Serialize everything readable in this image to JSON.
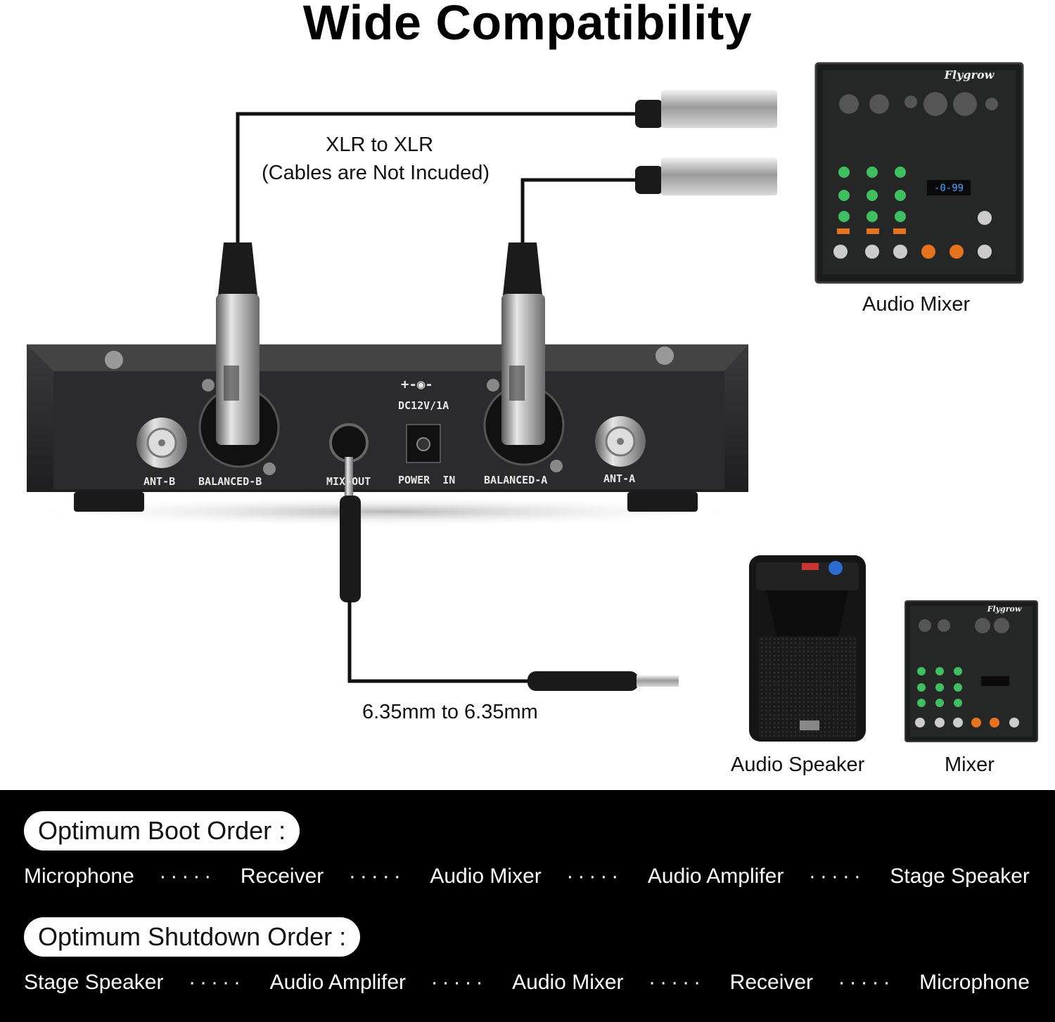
{
  "title": "Wide Compatibility",
  "labels": {
    "xlr": "XLR to XLR",
    "xlr_note": "(Cables are Not Incuded)",
    "jack": "6.35mm to 6.35mm",
    "audio_mixer": "Audio Mixer",
    "audio_speaker": "Audio Speaker",
    "mixer": "Mixer"
  },
  "receiver_panel": {
    "ant_b": "ANT-B",
    "balanced_b": "BALANCED-B",
    "mix_out": "MIX-OUT",
    "power_in": "POWER  IN",
    "dc": "DC12V/1A",
    "polarity": "+-◉-",
    "balanced_a": "BALANCED-A",
    "ant_a": "ANT-A"
  },
  "mixer_brand": "Flygrow",
  "boot": {
    "heading": "Optimum Boot Order :",
    "steps": [
      "Microphone",
      "Receiver",
      "Audio Mixer",
      "Audio Amplifer",
      "Stage Speaker"
    ],
    "separator": "·····"
  },
  "shutdown": {
    "heading": "Optimum Shutdown Order :",
    "steps": [
      "Stage Speaker",
      "Audio Amplifer",
      "Audio Mixer",
      "Receiver",
      "Microphone"
    ],
    "separator": "·····"
  }
}
